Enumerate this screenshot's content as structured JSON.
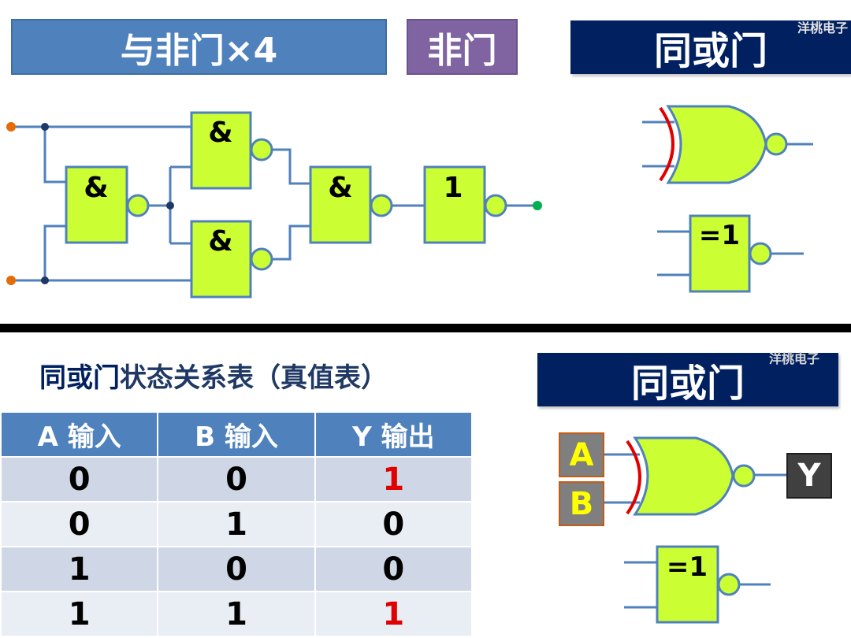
{
  "watermark_top": "洋桃电子",
  "watermark_bottom": "洋桃电子",
  "banners": {
    "nand_x4": "与非门×4",
    "not_gate": "非门",
    "xnor_top": "同或门",
    "xnor_bottom": "同或门"
  },
  "circuit": {
    "nand_symbol": "&",
    "not_symbol": "1"
  },
  "gates": {
    "xnor_iec_symbol": "=1"
  },
  "table": {
    "title_part1": "同或门",
    "title_part2": "状态关系表（真值表）",
    "headers": [
      "A 输入",
      "B 输入",
      "Y 输出"
    ],
    "rows": [
      [
        "0",
        "0",
        "1"
      ],
      [
        "0",
        "1",
        "0"
      ],
      [
        "1",
        "0",
        "0"
      ],
      [
        "1",
        "1",
        "1"
      ]
    ]
  },
  "io_labels": {
    "a": "A",
    "b": "B",
    "y": "Y"
  },
  "colors": {
    "gate_fill": "#ccff33",
    "wire": "#4f81bd",
    "input_dot": "#e36c09",
    "output_dot": "#00b050",
    "xnor_arc": "#e00000",
    "banner_blue": "#4f81bd",
    "banner_purple": "#8064a2",
    "banner_navy": "#002060"
  }
}
